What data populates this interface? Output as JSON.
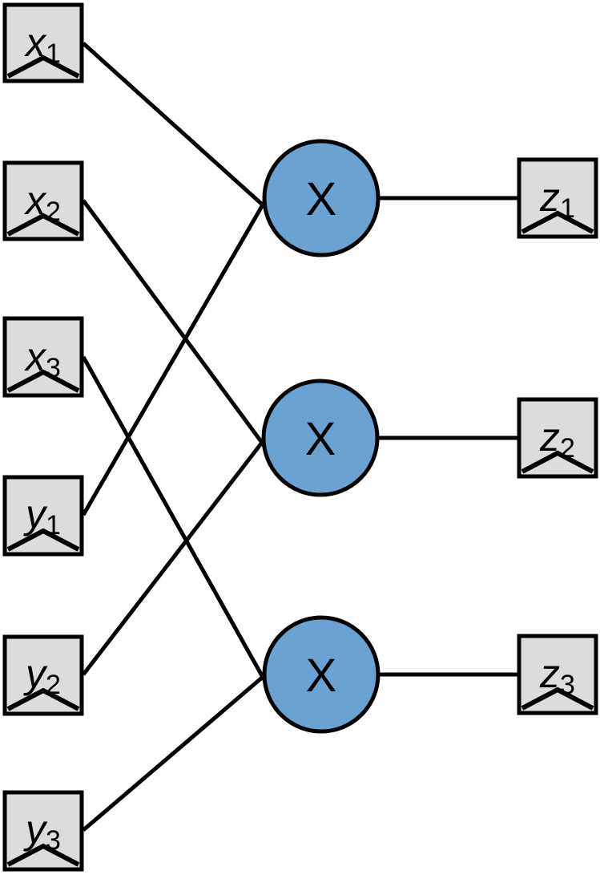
{
  "diagram": {
    "title": "elementwise-multiply-signal-flow",
    "inputs": [
      {
        "id": "x1",
        "base": "x",
        "sub": "1"
      },
      {
        "id": "x2",
        "base": "x",
        "sub": "2"
      },
      {
        "id": "x3",
        "base": "x",
        "sub": "3"
      },
      {
        "id": "y1",
        "base": "y",
        "sub": "1"
      },
      {
        "id": "y2",
        "base": "y",
        "sub": "2"
      },
      {
        "id": "y3",
        "base": "y",
        "sub": "3"
      }
    ],
    "operators": [
      {
        "id": "op1",
        "label": "X"
      },
      {
        "id": "op2",
        "label": "X"
      },
      {
        "id": "op3",
        "label": "X"
      }
    ],
    "outputs": [
      {
        "id": "z1",
        "base": "z",
        "sub": "1"
      },
      {
        "id": "z2",
        "base": "z",
        "sub": "2"
      },
      {
        "id": "z3",
        "base": "z",
        "sub": "3"
      }
    ],
    "edges": [
      {
        "from": "x1",
        "to": "op1"
      },
      {
        "from": "y1",
        "to": "op1"
      },
      {
        "from": "x2",
        "to": "op2"
      },
      {
        "from": "y2",
        "to": "op2"
      },
      {
        "from": "x3",
        "to": "op3"
      },
      {
        "from": "y3",
        "to": "op3"
      },
      {
        "from": "op1",
        "to": "z1"
      },
      {
        "from": "op2",
        "to": "z2"
      },
      {
        "from": "op3",
        "to": "z3"
      }
    ]
  },
  "colors": {
    "port_fill": "#DCDCDC",
    "operator_fill": "#6AA3D2",
    "stroke": "#000000",
    "background": "#FFFFFF"
  }
}
